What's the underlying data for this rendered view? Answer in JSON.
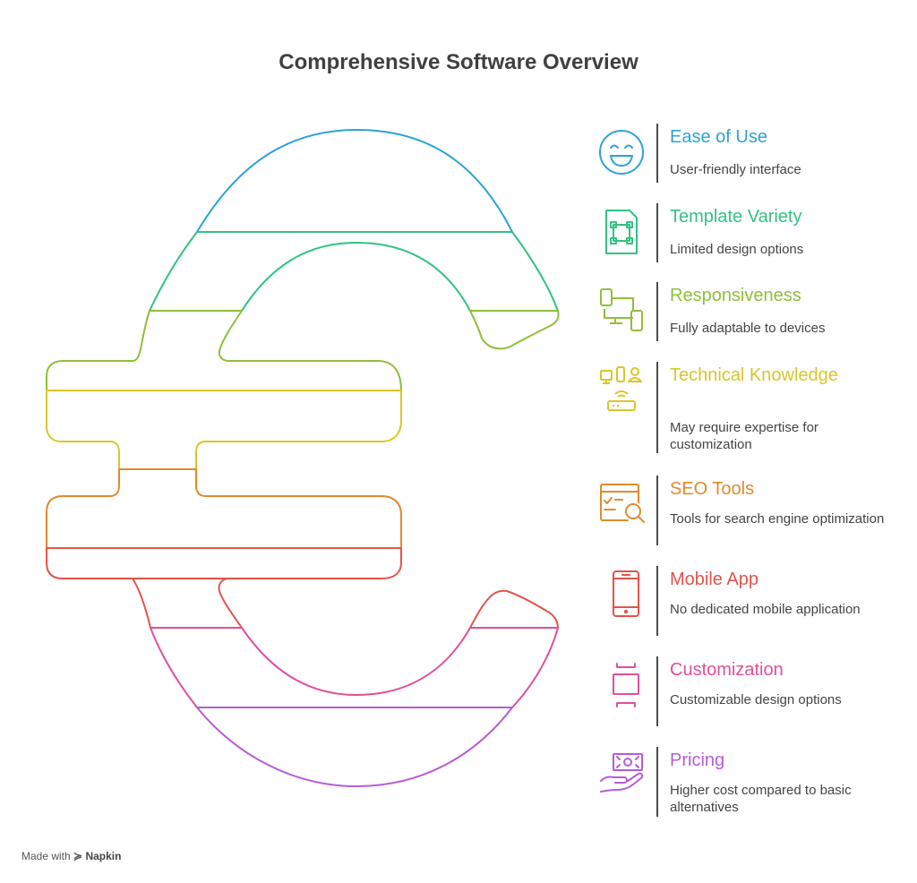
{
  "title": "Comprehensive Software Overview",
  "items": [
    {
      "label": "Ease of Use",
      "desc": "User-friendly interface",
      "color": "#2ba3d6",
      "icon": "smiley-face-icon"
    },
    {
      "label": "Template Variety",
      "desc": "Limited design options",
      "color": "#33c283",
      "icon": "template-frame-icon"
    },
    {
      "label": "Responsiveness",
      "desc": "Fully adaptable to devices",
      "color": "#8fbf3a",
      "icon": "devices-icon"
    },
    {
      "label": "Technical Knowledge",
      "desc": "May require expertise for customization",
      "color": "#d9c62a",
      "icon": "network-router-icon"
    },
    {
      "label": "SEO Tools",
      "desc": "Tools for search engine optimization",
      "color": "#e08a2e",
      "icon": "browser-search-icon"
    },
    {
      "label": "Mobile App",
      "desc": "No dedicated mobile application",
      "color": "#e2544c",
      "icon": "mobile-phone-icon"
    },
    {
      "label": "Customization",
      "desc": "Customizable design options",
      "color": "#e0509a",
      "icon": "resize-box-icon"
    },
    {
      "label": "Pricing",
      "desc": "Higher cost compared to basic alternatives",
      "color": "#b85ad8",
      "icon": "hand-money-icon"
    }
  ],
  "footer": {
    "made_with": "Made with",
    "brand": "Napkin"
  }
}
